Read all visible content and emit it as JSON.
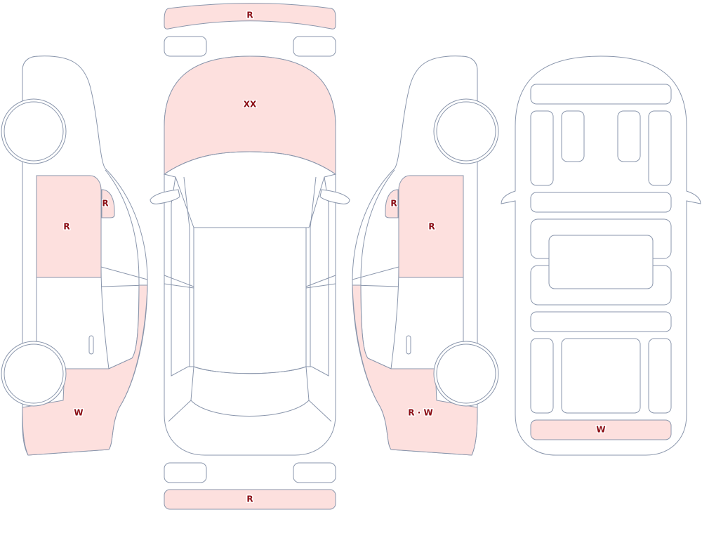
{
  "colors": {
    "outline": "#8a96ac",
    "damage_fill": "#fde0de",
    "label": "#8b0d14",
    "background": "#ffffff"
  },
  "panels": {
    "rear_bumper": {
      "label": "R"
    },
    "hood": {
      "label": "XX"
    },
    "front_bumper": {
      "label": "R"
    },
    "left_front_door": {
      "label": "R"
    },
    "left_mirror": {
      "label": "R"
    },
    "left_front_fender": {
      "label": "W"
    },
    "right_front_door": {
      "label": "R"
    },
    "right_mirror": {
      "label": "R"
    },
    "right_front_fender": {
      "label": "R · W"
    },
    "underbody_front_panel": {
      "label": "W"
    }
  }
}
